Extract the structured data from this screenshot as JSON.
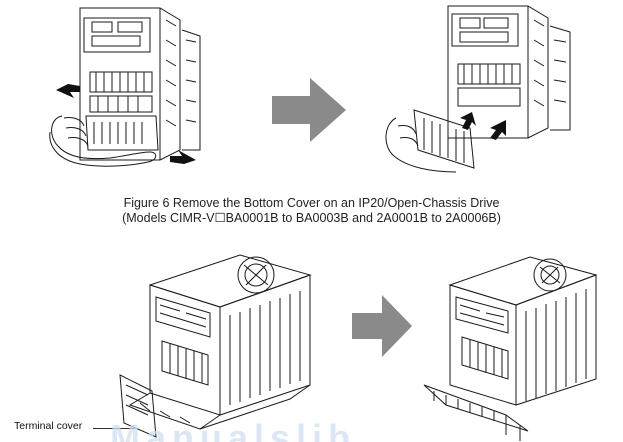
{
  "figure": {
    "caption_line1": "Figure 6 Remove the Bottom Cover on an IP20/Open-Chassis Drive",
    "caption_line2": "(Models CIMR-V☐BA0001B to BA0003B and 2A0001B to 2A0006B)"
  },
  "callouts": {
    "terminal_cover": "Terminal cover"
  },
  "watermark": {
    "text": "Manualslib"
  },
  "colors": {
    "arrow_gray": "#8a8a8a",
    "line": "#1a1a1a",
    "watermark": "#cfe0f3"
  }
}
